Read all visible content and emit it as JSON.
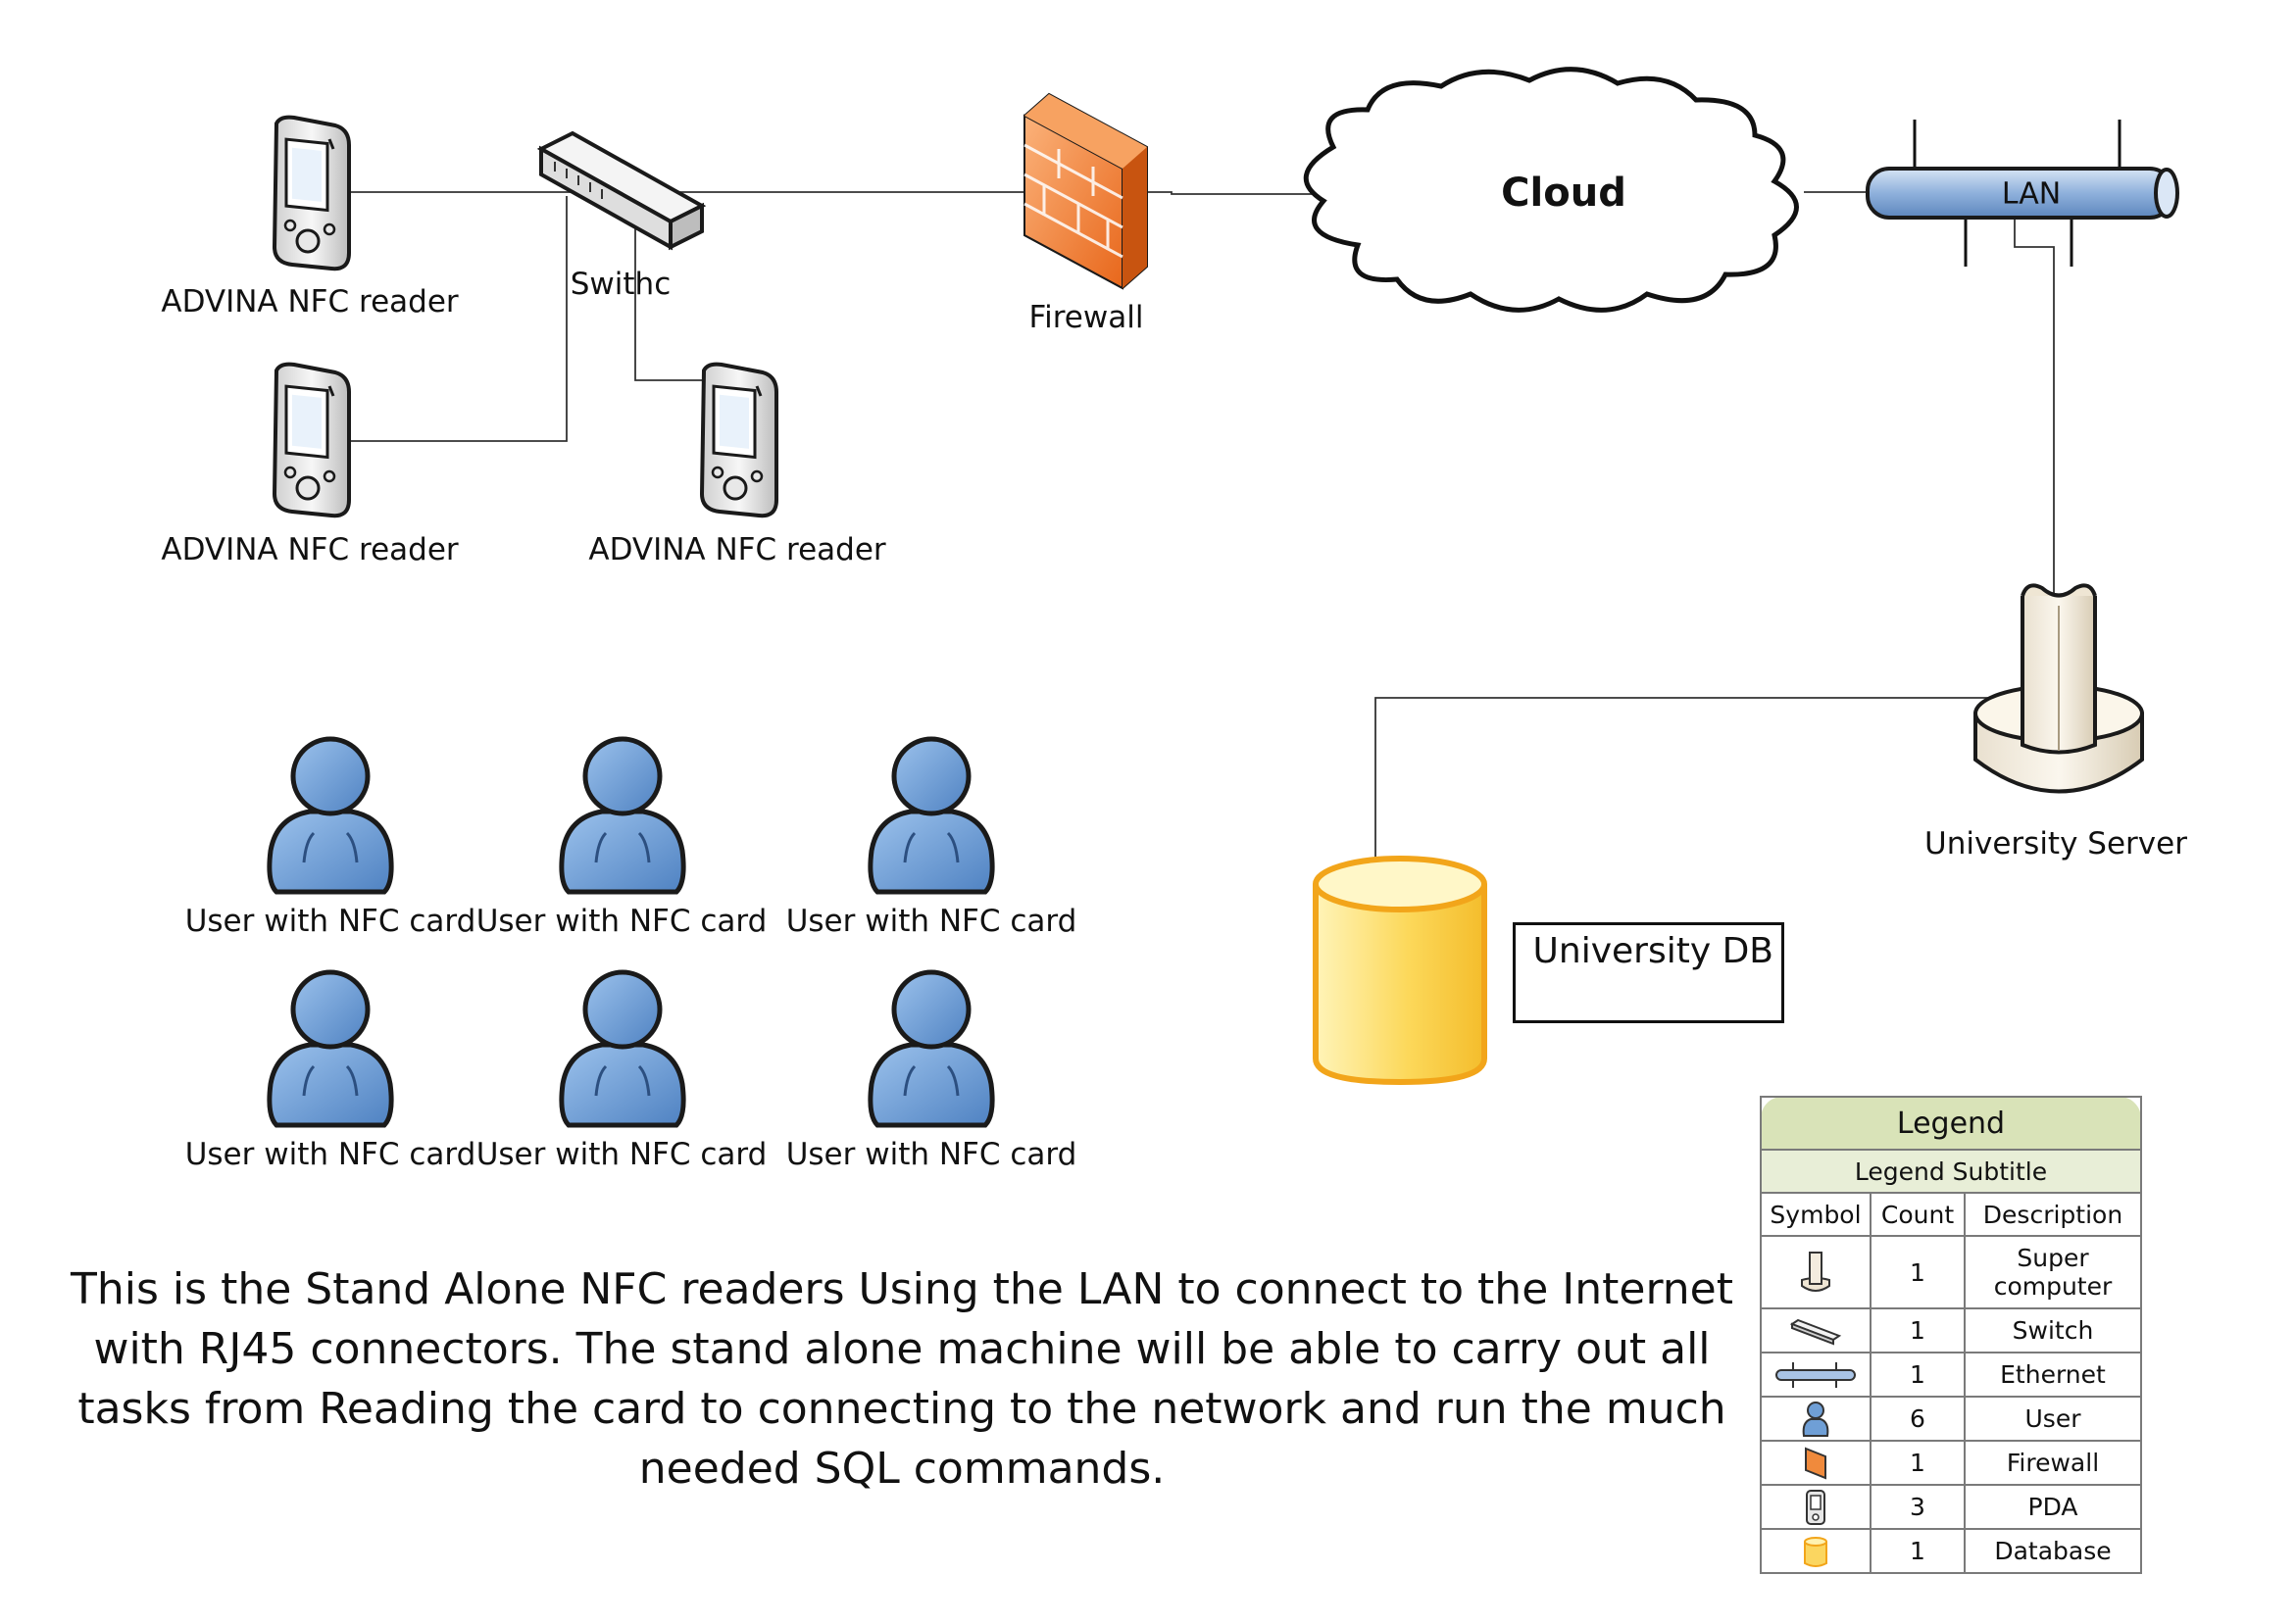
{
  "diagram": {
    "nodes": {
      "reader1": "ADVINA NFC reader",
      "reader2": "ADVINA NFC reader",
      "reader3": "ADVINA NFC reader",
      "switch": "Swithc",
      "firewall": "Firewall",
      "cloud": "Cloud",
      "lan": "LAN",
      "server": "University Server",
      "database": "University DB"
    },
    "users": [
      "User with NFC card",
      "User with NFC card",
      "User with NFC card",
      "User with NFC card",
      "User with NFC card",
      "User with NFC card"
    ],
    "caption": "This is the Stand Alone NFC readers Using the LAN to connect to the Internet with RJ45 connectors. The stand alone machine will be able to carry out all tasks from Reading the card to connecting to the network and run the much needed SQL commands."
  },
  "legend": {
    "title": "Legend",
    "subtitle": "Legend Subtitle",
    "columns": [
      "Symbol",
      "Count",
      "Description"
    ],
    "rows": [
      {
        "icon": "supercomputer-icon",
        "count": "1",
        "description": "Super computer"
      },
      {
        "icon": "switch-icon",
        "count": "1",
        "description": "Switch"
      },
      {
        "icon": "ethernet-icon",
        "count": "1",
        "description": "Ethernet"
      },
      {
        "icon": "user-icon",
        "count": "6",
        "description": "User"
      },
      {
        "icon": "firewall-icon",
        "count": "1",
        "description": "Firewall"
      },
      {
        "icon": "pda-icon",
        "count": "3",
        "description": "PDA"
      },
      {
        "icon": "database-icon",
        "count": "1",
        "description": "Database"
      }
    ]
  },
  "colors": {
    "user_fill": "#6f9fd6",
    "firewall_fill": "#f08a3c",
    "database_fill": "#fbd660",
    "lan_fill": "#a9c4e6",
    "legend_header": "#d9e3b8"
  }
}
